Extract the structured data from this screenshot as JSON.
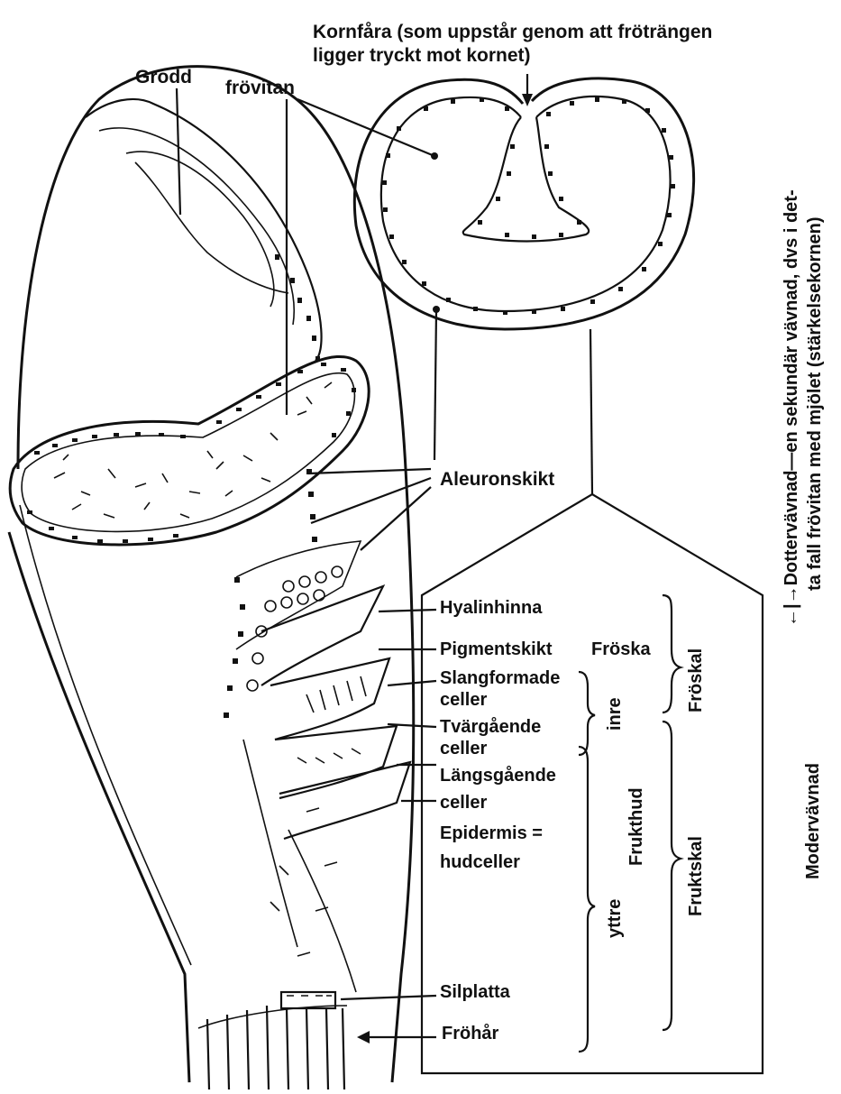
{
  "labels": {
    "kornfara_line1": "Kornfåra (som uppstår genom att fröträngen",
    "kornfara_line2": "ligger tryckt mot kornet)",
    "grodd": "Grodd",
    "frovitan": "frövitan",
    "aleuronskikt": "Aleuronskikt",
    "hyalinhinna": "Hyalinhinna",
    "pigmentskikt": "Pigmentskikt",
    "froska": "Fröska",
    "slangformade_1": "Slangformade",
    "slangformade_2": "celler",
    "tvargaende_1": "Tvärgående",
    "tvargaende_2": "celler",
    "langsgaende_1": "Längsgående",
    "langsgaende_2": "celler",
    "epidermis_1": "Epidermis =",
    "epidermis_2": "hudceller",
    "silplatta": "Silplatta",
    "frohar": "Fröhår",
    "inre": "inre",
    "yttre": "yttre",
    "frukthud": "Frukthud",
    "froskal": "Fröskal",
    "fruktskal": "Fruktskal",
    "modervavnad": "Modervävnad",
    "dottervavnad_1": "←|→Dottervävnad—en sekundär vävnad, dvs i det-",
    "dottervavnad_2": "ta fall frövitan med mjölet (stärkelsekornen)"
  }
}
